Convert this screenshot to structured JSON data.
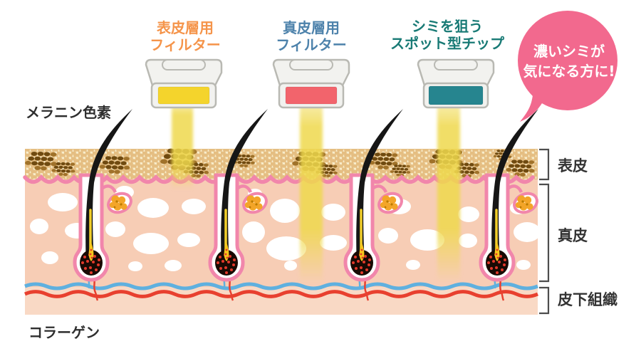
{
  "title": "skin-laser-treatment-diagram",
  "devices": [
    {
      "name": "epidermis-filter-handpiece",
      "label_line1": "表皮層用",
      "label_line2": "フィルター",
      "label_color": "#f5944a",
      "filter_color": "#f4d42c",
      "beam_depth": "epidermis"
    },
    {
      "name": "dermis-filter-handpiece",
      "label_line1": "真皮層用",
      "label_line2": "フィルター",
      "label_color": "#4d82ab",
      "filter_color": "#f2646c",
      "beam_depth": "dermis"
    },
    {
      "name": "spot-tip-handpiece",
      "label_line1": "シミを狙う",
      "label_line2": "スポット型チップ",
      "label_color": "#187a75",
      "filter_color": "#26858f",
      "beam_depth": "dermis"
    }
  ],
  "bubble": {
    "line1": "濃いシミが",
    "line2": "気になる方に!",
    "color": "#f2698e",
    "text_color": "#ffffff"
  },
  "annotations": {
    "melanin": "メラニン色素",
    "collagen": "コラーゲン"
  },
  "skin_layers": [
    {
      "label": "表皮"
    },
    {
      "label": "真皮"
    },
    {
      "label": "皮下組織"
    }
  ],
  "palette": {
    "beam_yellow": "#efd94e",
    "epidermis_cell": "#e5be82",
    "epidermis_bg": "#f8ecca",
    "melanin_dark": "#6f4a10",
    "melanin_mid": "#a0722a",
    "basal_line_pink": "#f186ab",
    "dermis": "#f7cdb5",
    "subcutis": "#f9d9c5",
    "vein_blue": "#5fb0df",
    "artery_red": "#e8402f",
    "sebaceous_orange": "#f3a528",
    "device_body": "#f2f2ef",
    "device_stroke": "#b9b9b3",
    "hair_black": "#161616"
  }
}
